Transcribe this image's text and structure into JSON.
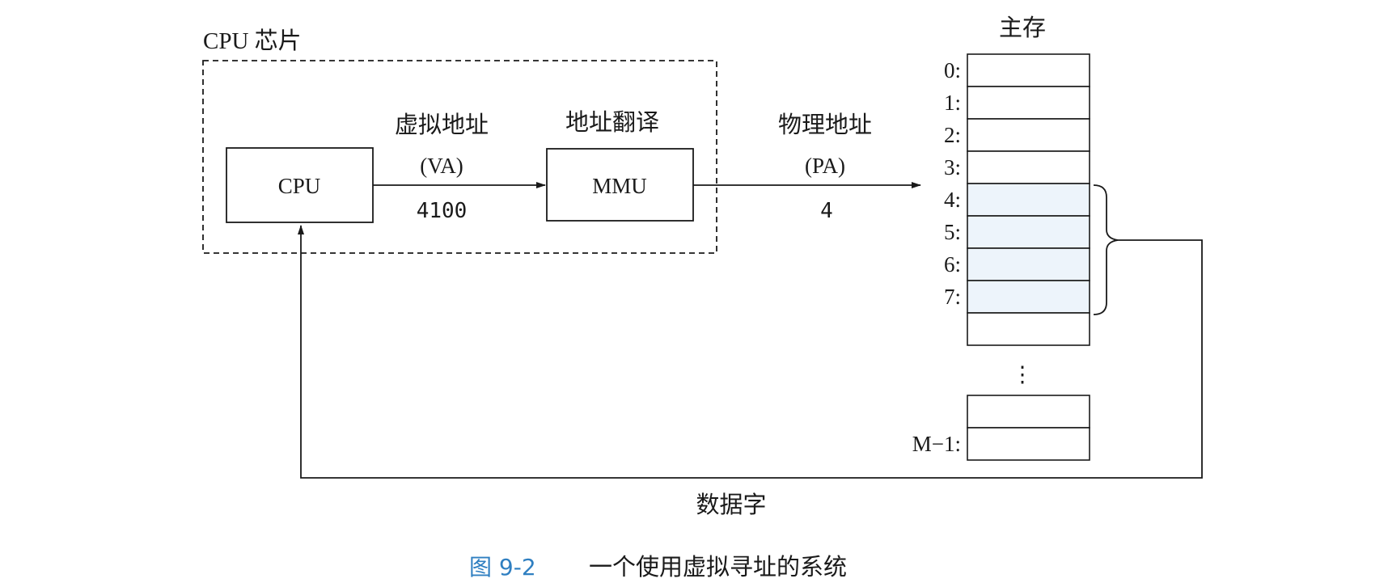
{
  "chip": {
    "label": "CPU 芯片",
    "cpu_label": "CPU",
    "mmu_label": "MMU",
    "translation_label": "地址翻译"
  },
  "virtual_address": {
    "label": "虚拟地址",
    "abbr": "(VA)",
    "value": "4100"
  },
  "physical_address": {
    "label": "物理地址",
    "abbr": "(PA)",
    "value": "4"
  },
  "memory": {
    "title": "主存",
    "rows": [
      {
        "address": "0:",
        "highlighted": false
      },
      {
        "address": "1:",
        "highlighted": false
      },
      {
        "address": "2:",
        "highlighted": false
      },
      {
        "address": "3:",
        "highlighted": false
      },
      {
        "address": "4:",
        "highlighted": true
      },
      {
        "address": "5:",
        "highlighted": true
      },
      {
        "address": "6:",
        "highlighted": true
      },
      {
        "address": "7:",
        "highlighted": true
      },
      {
        "address": "",
        "highlighted": false
      }
    ],
    "ellipsis": "⋮",
    "last_rows": [
      {
        "address": "",
        "highlighted": false
      },
      {
        "address": "M−1:",
        "highlighted": false
      }
    ]
  },
  "data_word_label": "数据字",
  "caption": {
    "number": "图 9-2",
    "text": "一个使用虚拟寻址的系统"
  }
}
